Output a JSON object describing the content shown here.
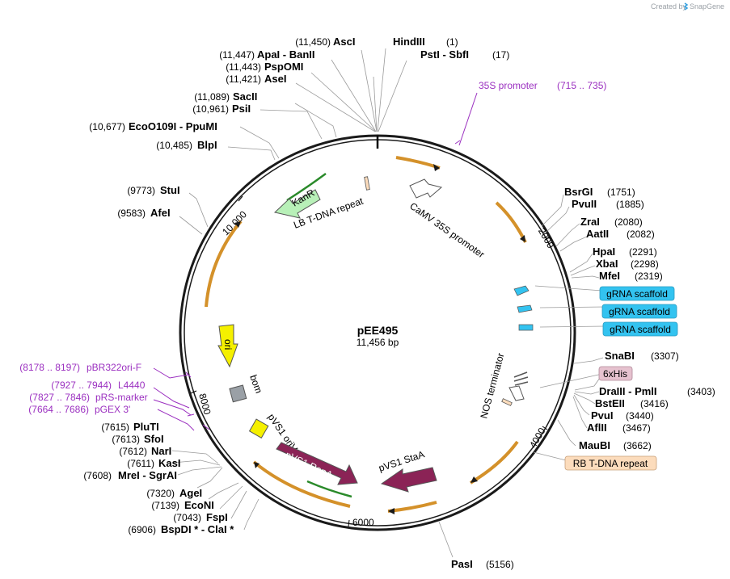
{
  "watermark": "Created by",
  "watermark_brand": "SnapGene",
  "plasmid": {
    "name": "pEE495",
    "size_label": "11,456 bp"
  },
  "ticks": [
    "2000",
    "4000",
    "6000",
    "8000",
    "10,000"
  ],
  "sites": [
    {
      "pos": "(11,450)",
      "name": "AscI"
    },
    {
      "pos": "HindIII",
      "name": "(1)"
    },
    {
      "pos": "(11,447)",
      "name": "ApaI  - BanII"
    },
    {
      "pos": "PstI  - SbfI",
      "name": "(17)"
    },
    {
      "pos": "(11,443)",
      "name": "PspOMI"
    },
    {
      "pos": "(11,421)",
      "name": "AseI"
    },
    {
      "pos": "(11,089)",
      "name": "SacII"
    },
    {
      "pos": "(10,961)",
      "name": "PsiI"
    },
    {
      "pos": "(10,677)",
      "name": "EcoO109I  - PpuMI"
    },
    {
      "pos": "(10,485)",
      "name": "BlpI"
    },
    {
      "pos": "(9773)",
      "name": "StuI"
    },
    {
      "pos": "(9583)",
      "name": "AfeI"
    },
    {
      "pos": "(7615)",
      "name": "PluTI"
    },
    {
      "pos": "(7613)",
      "name": "SfoI"
    },
    {
      "pos": "(7612)",
      "name": "NarI"
    },
    {
      "pos": "(7611)",
      "name": "KasI"
    },
    {
      "pos": "(7608)",
      "name": "MreI  - SgrAI"
    },
    {
      "pos": "(7320)",
      "name": "AgeI"
    },
    {
      "pos": "(7139)",
      "name": "EcoNI"
    },
    {
      "pos": "(7043)",
      "name": "FspI"
    },
    {
      "pos": "(6906)",
      "name": "BspDI *  - ClaI *"
    },
    {
      "name": "BsrGI",
      "pos": "(1751)"
    },
    {
      "name": "PvuII",
      "pos": "(1885)"
    },
    {
      "name": "ZraI",
      "pos": "(2080)"
    },
    {
      "name": "AatII",
      "pos": "(2082)"
    },
    {
      "name": "HpaI",
      "pos": "(2291)"
    },
    {
      "name": "XbaI",
      "pos": "(2298)"
    },
    {
      "name": "MfeI",
      "pos": "(2319)"
    },
    {
      "name": "SnaBI",
      "pos": "(3307)"
    },
    {
      "name": "DraIII  - PmlI",
      "pos": "(3403)"
    },
    {
      "name": "BstEII",
      "pos": "(3416)"
    },
    {
      "name": "PvuI",
      "pos": "(3440)"
    },
    {
      "name": "AflII",
      "pos": "(3467)"
    },
    {
      "name": "MauBI",
      "pos": "(3662)"
    },
    {
      "name": "PasI",
      "pos": "(5156)"
    }
  ],
  "primers": [
    {
      "name": "35S promoter",
      "range": "(715 .. 735)"
    },
    {
      "range": "(8178 .. 8197)",
      "name": "pBR322ori-F"
    },
    {
      "range": "(7927 .. 7944)",
      "name": "L4440"
    },
    {
      "range": "(7827 .. 7846)",
      "name": "pRS-marker"
    },
    {
      "range": "(7664 .. 7686)",
      "name": "pGEX 3'"
    }
  ],
  "features": {
    "camv": "CaMV 35S promoter",
    "kanr": "KanR",
    "lb": "LB T-DNA repeat",
    "nos": "NOS terminator",
    "ori": "ori",
    "bom": "bom",
    "oriv": "pVS1 oriV",
    "repa": "pVS1 RepA",
    "staa": "pVS1 StaA"
  },
  "boxes": {
    "grna1": "gRNA scaffold",
    "grna2": "gRNA scaffold",
    "grna3": "gRNA scaffold",
    "his": "6xHis",
    "rb": "RB T-DNA repeat"
  },
  "colors": {
    "backbone": "#1a1a1a",
    "orf_arc": "#d4912a",
    "kanr": "#b8f0b8",
    "ori": "#f5f000",
    "repa": "#8b2356",
    "grna": "#33c3f0",
    "his_box": "#e6c2cf",
    "rb_box": "#fcdcbc",
    "primer": "#9b30c0"
  }
}
